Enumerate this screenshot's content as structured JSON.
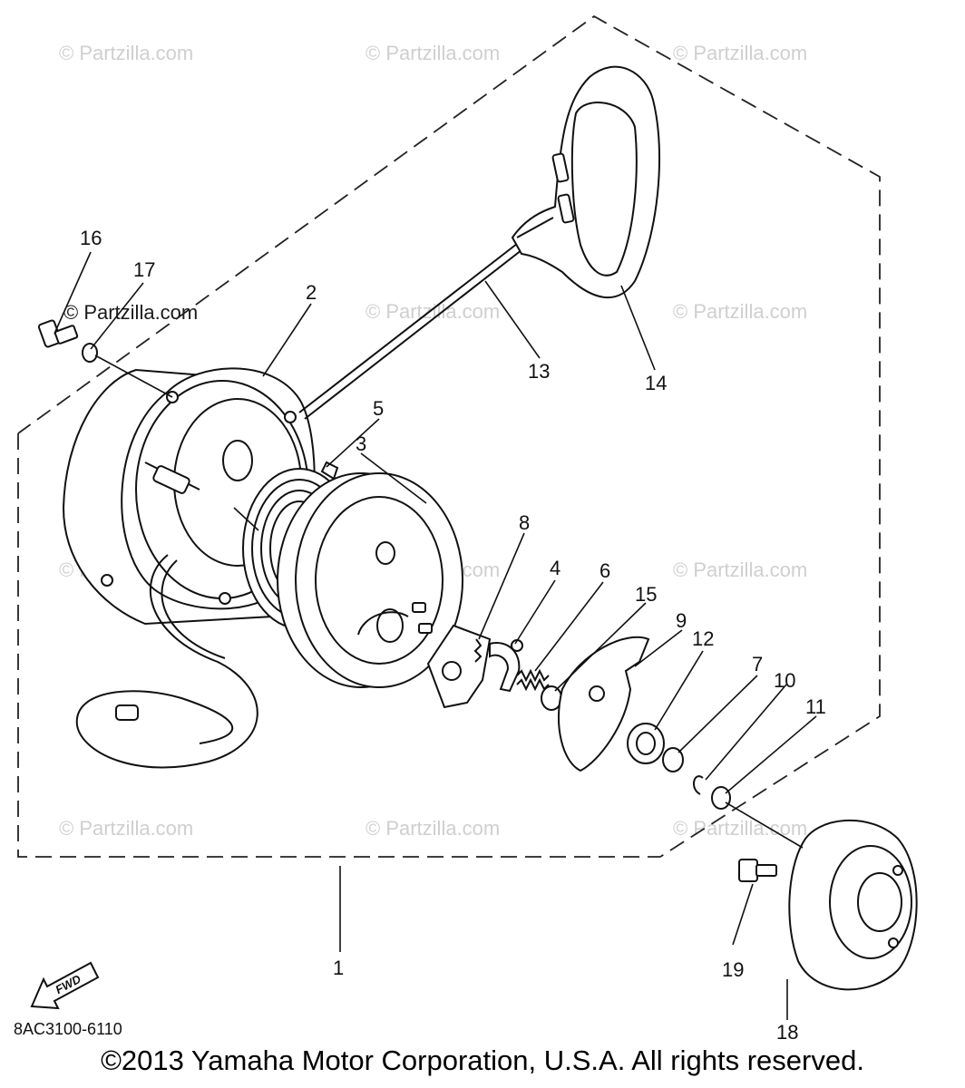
{
  "diagram": {
    "callouts": [
      "1",
      "2",
      "3",
      "4",
      "5",
      "6",
      "7",
      "8",
      "9",
      "10",
      "11",
      "12",
      "13",
      "14",
      "15",
      "16",
      "17",
      "18",
      "19"
    ],
    "diagram_code": "8AC3100-6110",
    "fwd_label": "FWD"
  },
  "watermarks": [
    "© Partzilla.com"
  ],
  "footer": {
    "copyright": "©2013 Yamaha Motor Corporation, U.S.A. All rights reserved."
  }
}
